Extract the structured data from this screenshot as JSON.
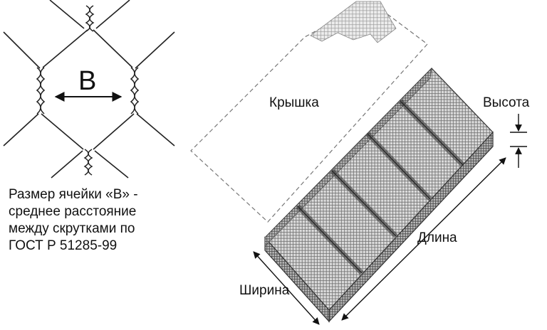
{
  "diagram": {
    "cell_label": "B",
    "caption_lines": [
      "Размер ячейки «В» -",
      "среднее расстояние",
      "между скрутками по",
      "ГОСТ Р 51285-99"
    ],
    "lid_label": "Крышка",
    "height_label": "Высота",
    "length_label": "Длина",
    "width_label": "Ширина"
  }
}
